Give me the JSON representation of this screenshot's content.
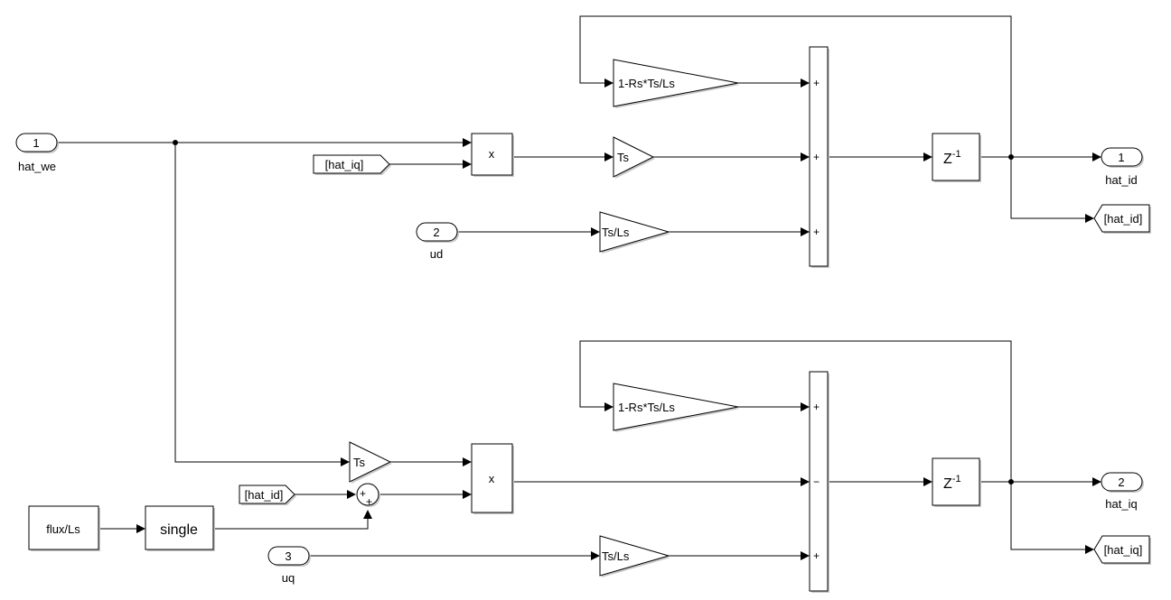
{
  "inports": {
    "hat_we": {
      "number": "1",
      "name": "hat_we"
    },
    "ud": {
      "number": "2",
      "name": "ud"
    },
    "uq": {
      "number": "3",
      "name": "uq"
    }
  },
  "outports": {
    "hat_id": {
      "number": "1",
      "name": "hat_id"
    },
    "hat_iq": {
      "number": "2",
      "name": "hat_iq"
    }
  },
  "goto_tags": {
    "hat_id": "[hat_id]",
    "hat_iq": "[hat_iq]"
  },
  "from_tags": {
    "hat_iq": "[hat_iq]",
    "hat_id": "[hat_id]"
  },
  "gains": {
    "decay": "1-Rs*Ts/Ls",
    "ts": "Ts",
    "ts_over_ls": "Ts/Ls"
  },
  "product_label": "x",
  "delay_label": {
    "base": "Z",
    "exp": "-1"
  },
  "constant": "flux/Ls",
  "convert": "single",
  "sum_top_signs": [
    "+",
    "+",
    "+"
  ],
  "sum_bottom_signs": [
    "+",
    "−",
    "+"
  ],
  "small_sum_signs": [
    "+",
    "+"
  ]
}
